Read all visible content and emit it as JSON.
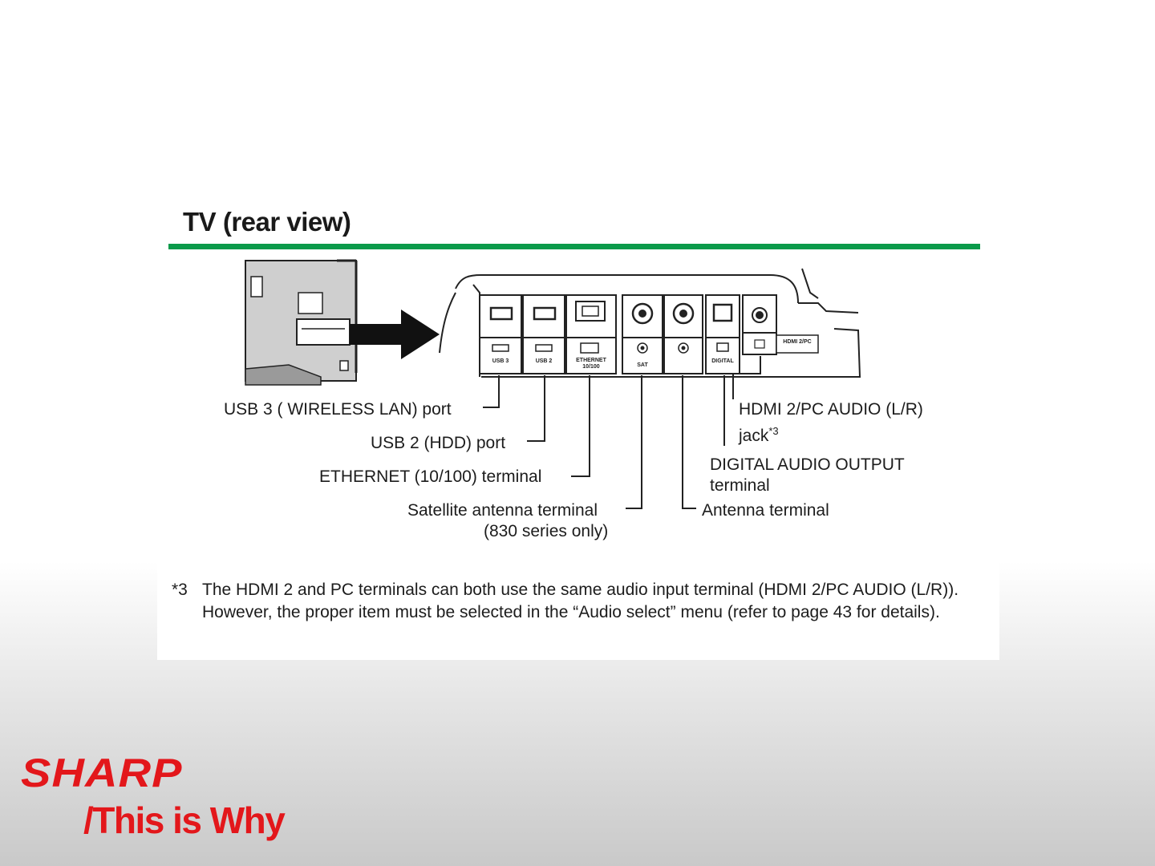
{
  "title": "TV (rear view)",
  "labels": {
    "usb3": "USB 3 ( WIRELESS LAN) port",
    "usb2": "USB 2 (HDD) port",
    "ethernet": "ETHERNET (10/100) terminal",
    "satellite": "Satellite antenna terminal",
    "satellite_note": "(830 series only)",
    "hdmi_audio": "HDMI 2/PC AUDIO (L/R)",
    "hdmi_audio_line2": "jack",
    "hdmi_audio_mark": "*3",
    "digital_audio": "DIGITAL AUDIO OUTPUT",
    "digital_audio_line2": "terminal",
    "antenna": "Antenna terminal"
  },
  "port_panel_text": {
    "usb3": "USB 3",
    "usb2": "USB 2",
    "ethernet": "ETHERNET",
    "ethernet_sub": "10/100",
    "sat": "SAT",
    "digital": "DIGITAL",
    "hdmi_pc": "HDMI 2/PC"
  },
  "footnote": {
    "mark": "*3",
    "text": "The HDMI 2 and PC terminals can both use the same audio input terminal (HDMI 2/PC AUDIO (L/R)). However, the proper item must be selected in the “Audio select” menu (refer to page 43 for details)."
  },
  "brand": {
    "logo": "SHARP",
    "tagline": "/This is Why"
  },
  "colors": {
    "accent_green": "#0a9a4a",
    "brand_red": "#e3171b"
  }
}
